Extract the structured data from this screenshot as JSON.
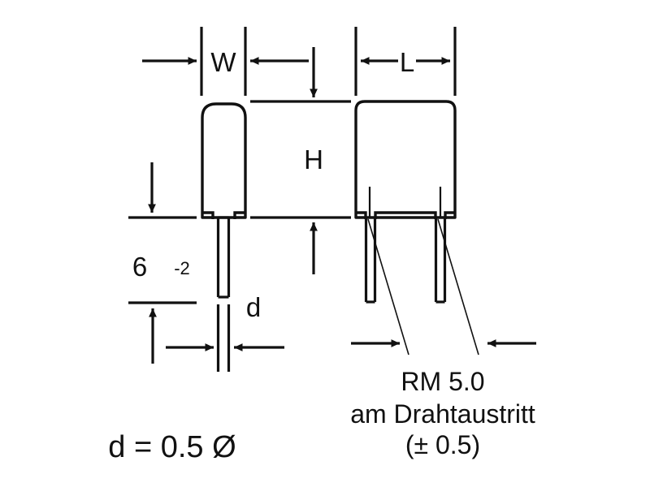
{
  "drawing": {
    "title": "Capacitor outline dimension drawing",
    "background_color": "#ffffff",
    "line_color": "#111111",
    "labels": {
      "width": "W",
      "length": "L",
      "height": "H",
      "lead_diameter": "d",
      "lead_length_value": "6",
      "lead_length_tolerance": "-2"
    },
    "notes": {
      "pitch_line1": "RM  5.0",
      "pitch_line2": "am Drahtaustritt",
      "pitch_line3": "(± 0.5)",
      "lead_spec": "d = 0.5 Ø"
    },
    "icons": {
      "arrow_right": "arrow-right-icon",
      "arrow_left": "arrow-left-icon",
      "arrow_down": "arrow-down-icon",
      "arrow_up": "arrow-up-icon",
      "diameter_symbol": "diameter-icon"
    }
  }
}
